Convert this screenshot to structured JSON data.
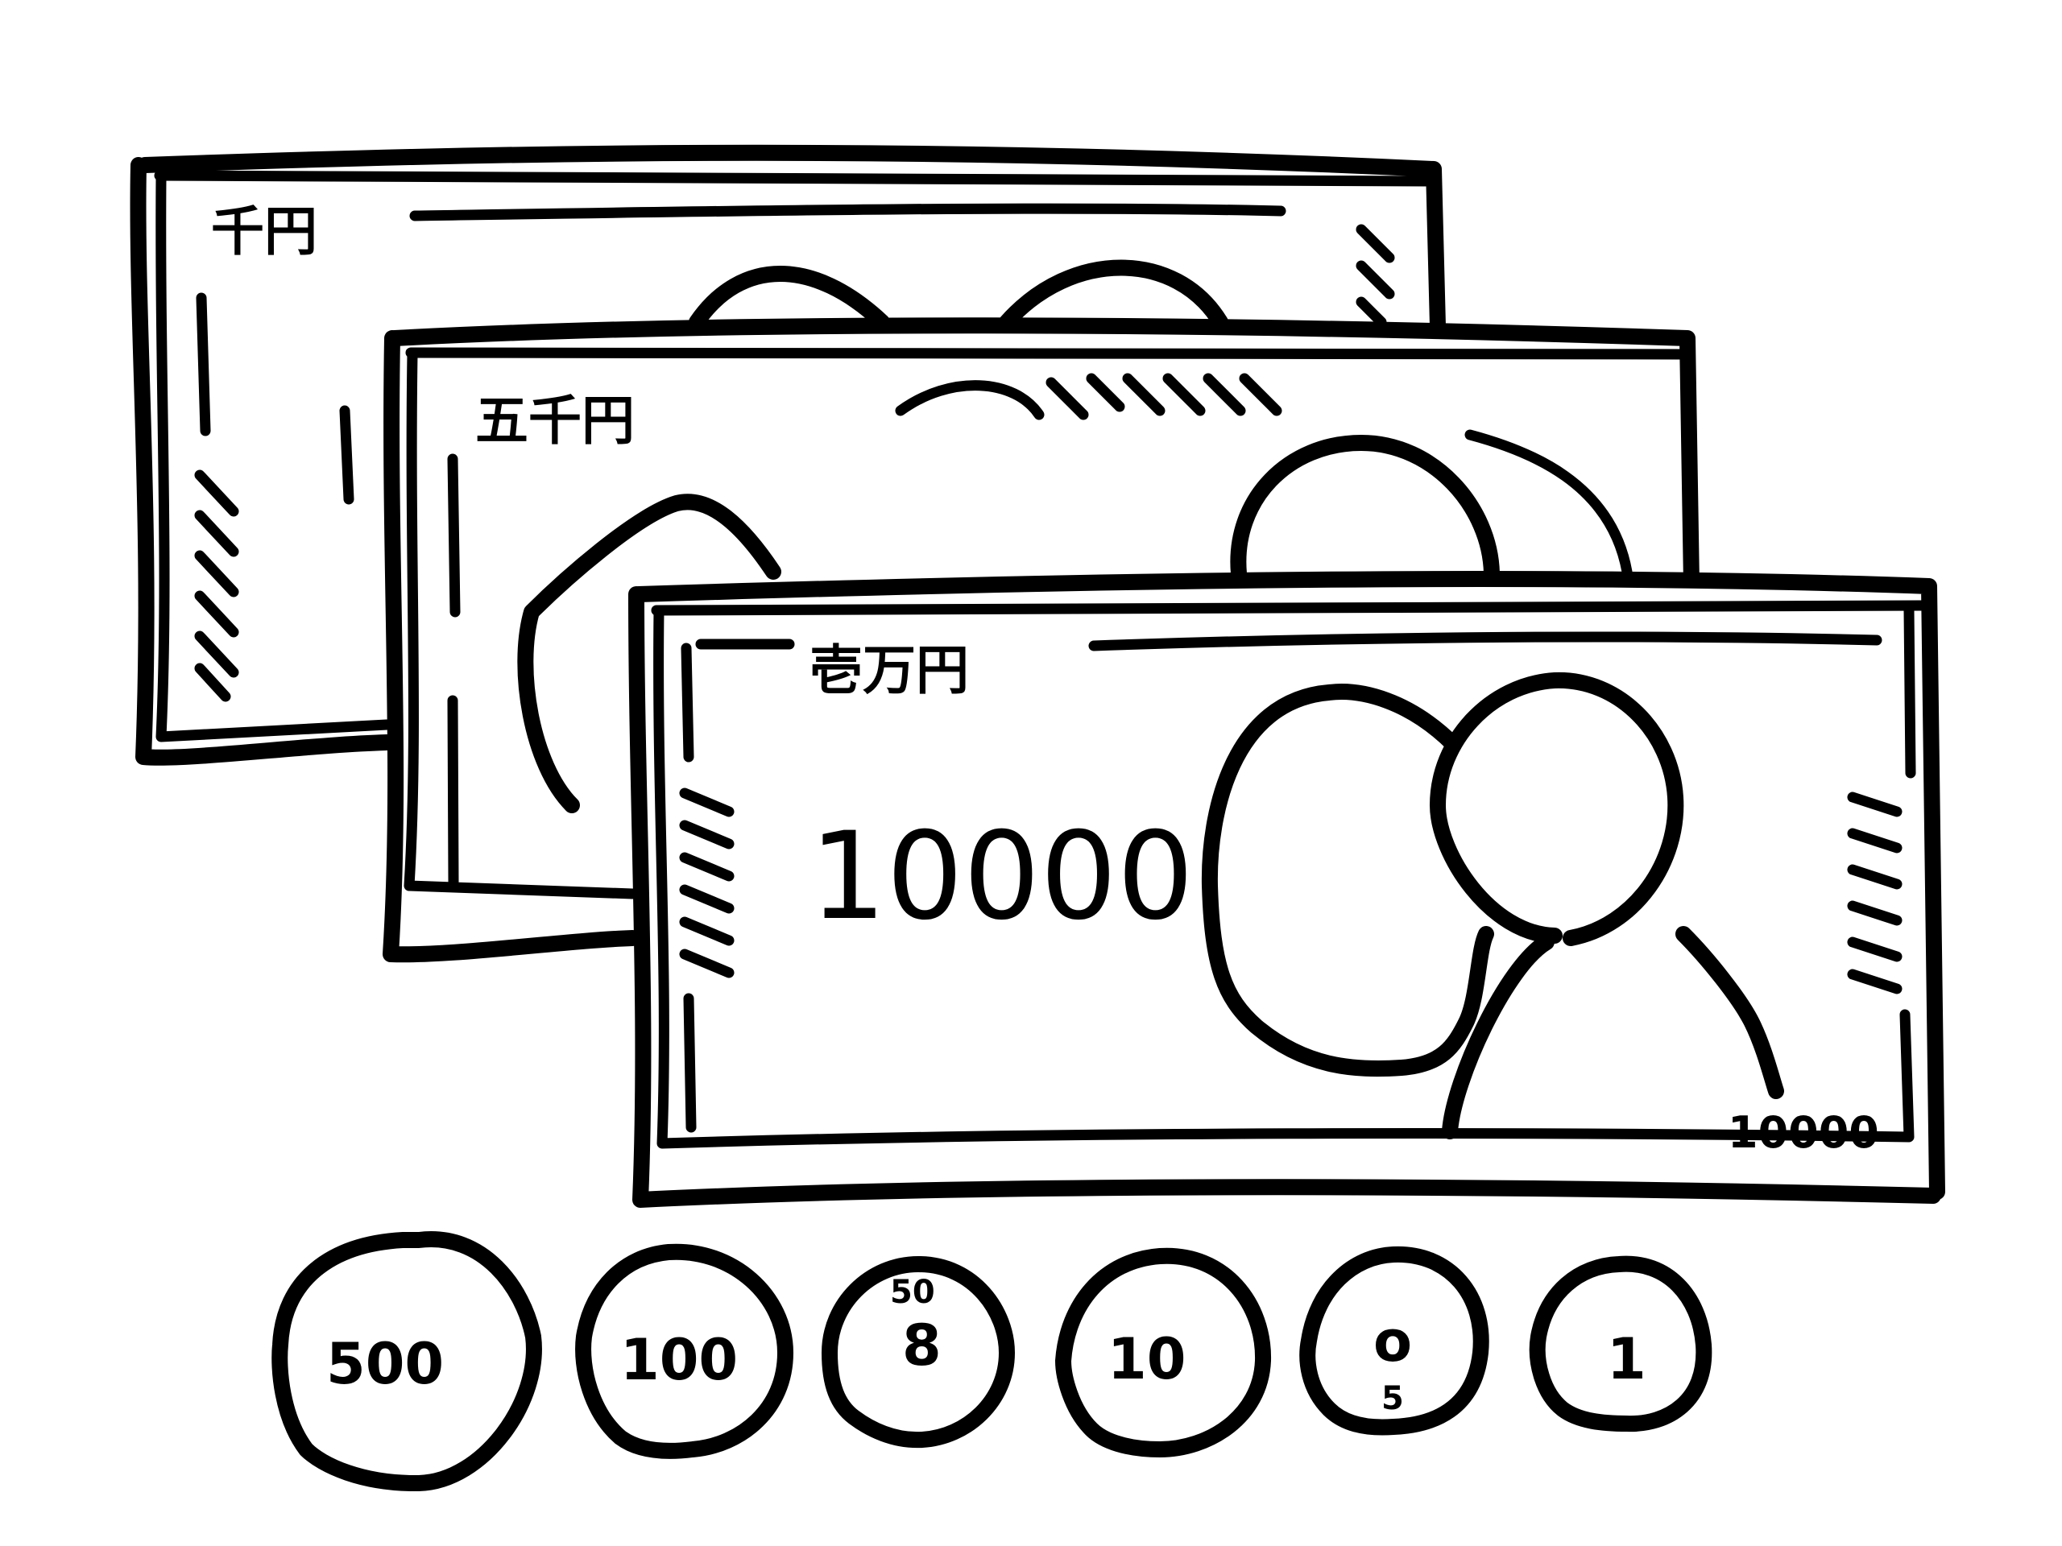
{
  "ink_color": "#000000",
  "paper_color": "#ffffff",
  "bills": {
    "thousand": {
      "label": "千円"
    },
    "five_thousand": {
      "label": "五千円"
    },
    "ten_thousand": {
      "label": "壱万円",
      "number": "10000",
      "corner_number": "10000"
    }
  },
  "coins": {
    "c500": {
      "number": "500"
    },
    "c100": {
      "number": "100"
    },
    "c50": {
      "number_top": "50",
      "number_main": "8"
    },
    "c10": {
      "number": "10"
    },
    "c5": {
      "number_main": "o",
      "number_bottom": "5"
    },
    "c1": {
      "number": "1"
    }
  }
}
